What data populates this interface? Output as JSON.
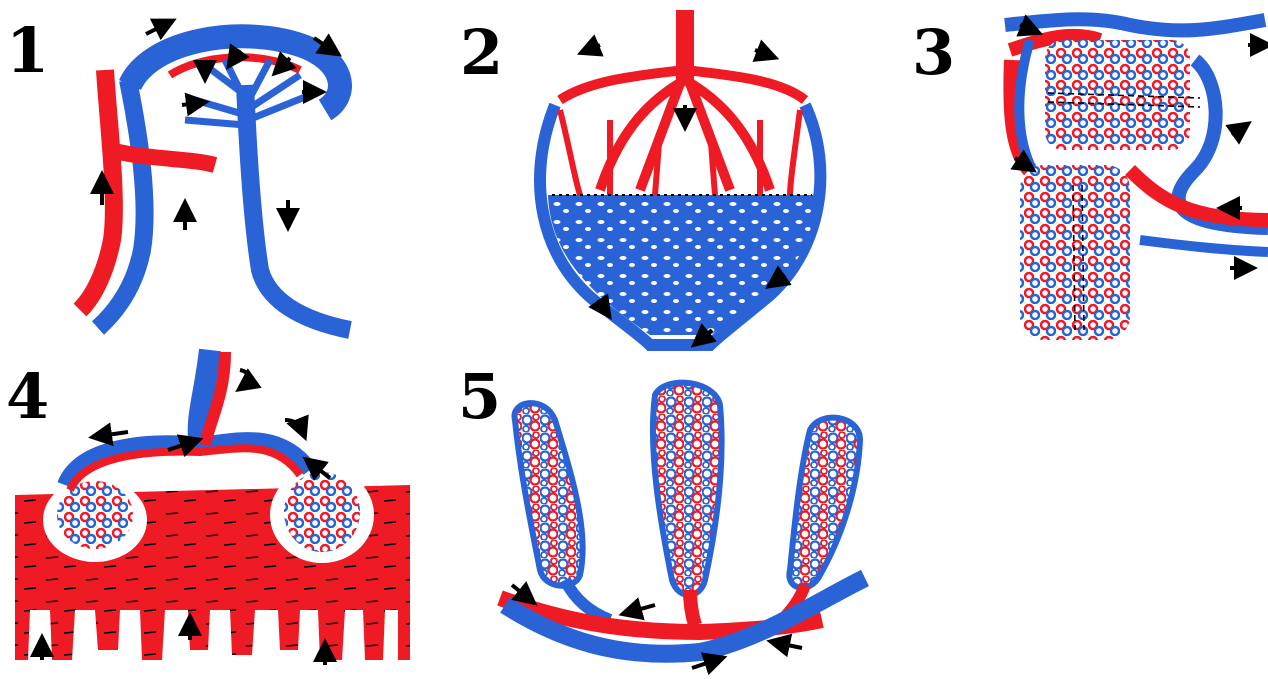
{
  "colors": {
    "arterial": "#EE1B24",
    "venous": "#2A63D6",
    "arrow": "#000000",
    "background": "#FFFFFF"
  },
  "panels": [
    {
      "label": "1"
    },
    {
      "label": "2"
    },
    {
      "label": "3"
    },
    {
      "label": "4"
    },
    {
      "label": "5"
    }
  ]
}
